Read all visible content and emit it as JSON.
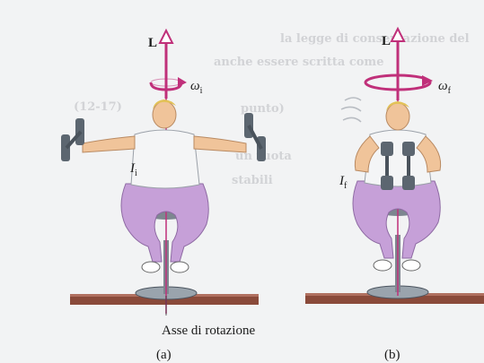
{
  "panels": [
    {
      "id": "a",
      "caption": "(a)",
      "angular_momentum_label": "L",
      "omega_symbol": "ω",
      "omega_subscript": "i",
      "inertia_symbol": "I",
      "inertia_subscript": "i"
    },
    {
      "id": "b",
      "caption": "(b)",
      "angular_momentum_label": "L",
      "omega_symbol": "ω",
      "omega_subscript": "f",
      "inertia_symbol": "I",
      "inertia_subscript": "f"
    }
  ],
  "axis_label": "Asse di rotazione",
  "bleed_through_text": [
    "la legge di conservazione del",
    "anche essere scritta come",
    "(12-17)",
    "punto)",
    "un ruota",
    "stabili"
  ],
  "colors": {
    "background": "#f2f3f4",
    "arrow": "#c0307a",
    "pants": "#c6a0d8",
    "skin": "#f0c49a",
    "hair": "#e3c258",
    "floor": "#8a4a3a"
  }
}
